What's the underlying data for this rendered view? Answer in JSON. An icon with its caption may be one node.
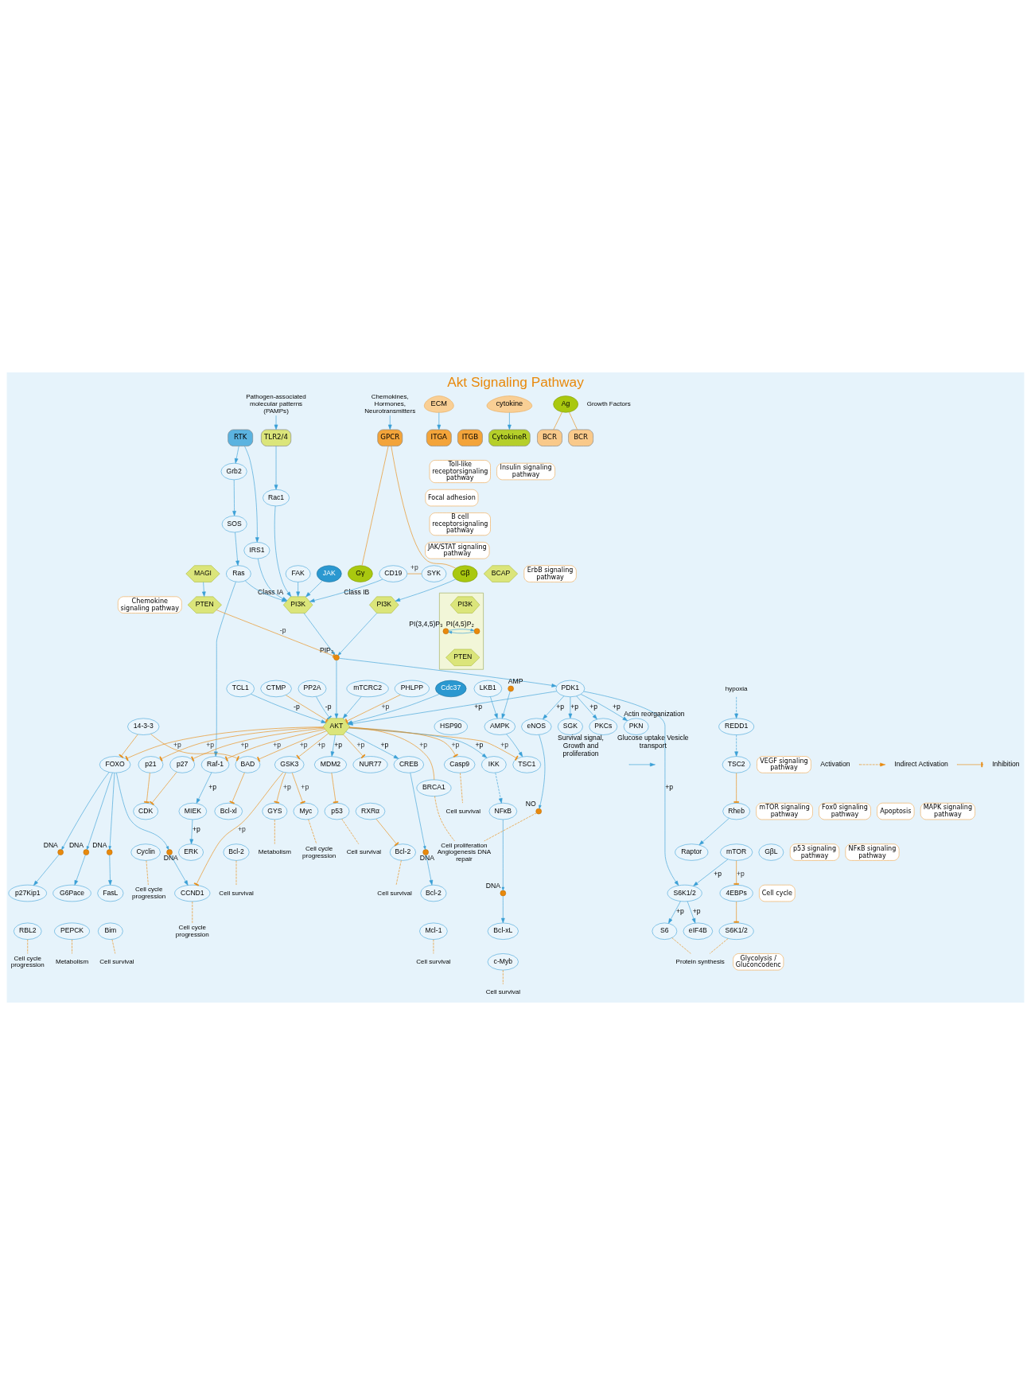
{
  "diagram": {
    "title": "Akt Signaling Pathway",
    "nodes": [
      {
        "text": [
          "Chemokine signaling pathway"
        ]
      },
      {
        "text": [
          "Chemokines, Hormones, Neurotransmitters"
        ]
      },
      {
        "text": [
          "GPCR"
        ]
      },
      {
        "text": [
          "Gβ"
        ]
      },
      {
        "text": [
          "Gγ"
        ]
      },
      {
        "text": [
          "Focal adhesion"
        ]
      },
      {
        "text": [
          "ECM"
        ]
      },
      {
        "text": [
          "ITGA"
        ]
      },
      {
        "text": [
          "ITGB"
        ]
      },
      {
        "text": [
          "FAK"
        ]
      },
      {
        "text": [
          "JAK/STAT signaling pathway"
        ]
      },
      {
        "text": [
          "cytokine"
        ]
      },
      {
        "text": [
          "CytokineR"
        ]
      },
      {
        "text": [
          "JAK"
        ]
      },
      {
        "text": [
          "B cell receptorsignaling pathway"
        ]
      },
      {
        "text": [
          "CD19"
        ]
      },
      {
        "text": [
          "BCAP"
        ]
      },
      {
        "text": [
          "Ag"
        ]
      },
      {
        "text": [
          "BCR"
        ]
      },
      {
        "text": [
          "BCR"
        ]
      },
      {
        "text": [
          "SYK"
        ]
      },
      {
        "text": [
          "Toll-like receptorsignaling pathway"
        ]
      },
      {
        "text": [
          "Pathogen-associated molecular patterns (PAMPs)"
        ]
      },
      {
        "text": [
          "TLR2/4"
        ]
      },
      {
        "text": [
          "Rac1"
        ]
      },
      {
        "text": [
          "Growth Factors"
        ]
      },
      {
        "text": [
          "RTK"
        ]
      },
      {
        "text": [
          "IRS1"
        ]
      },
      {
        "text": [
          "Grb2"
        ]
      },
      {
        "text": [
          "SOS"
        ]
      },
      {
        "text": [
          "Ras"
        ]
      },
      {
        "text": [
          "Insulin signaling pathway"
        ]
      },
      {
        "text": [
          "ErbB signaling pathway"
        ]
      },
      {
        "text": [
          "PI3K"
        ],
        "beside": [
          "Class IA"
        ]
      },
      {
        "text": [],
        "shape": "box"
      },
      {
        "text": [
          "PI3K"
        ],
        "in": 34
      },
      {
        "text": [],
        "shape": "circle",
        "in": 34,
        "beside": [
          "PI(4,5)P₂"
        ]
      },
      {
        "text": [],
        "shape": "circle",
        "in": 34,
        "beside": [
          "PI(3,4,5)P₃"
        ]
      },
      {
        "text": [
          "PTEN"
        ],
        "in": 34
      },
      {
        "text": [
          "PI3K"
        ],
        "beside": [
          "Class IB"
        ]
      },
      {
        "text": [],
        "shape": "circle",
        "beside": [
          "PIP₃"
        ]
      },
      {
        "text": [
          "MAGI"
        ]
      },
      {
        "text": [
          "PTEN"
        ]
      },
      {
        "text": [
          "PDK1"
        ]
      },
      {
        "text": [
          "Cdc37"
        ]
      },
      {
        "text": [
          "HSP90"
        ]
      },
      {
        "text": [
          "mTCRC2"
        ]
      },
      {
        "text": [
          "PHLPP"
        ]
      },
      {
        "text": [
          "TCL1"
        ]
      },
      {
        "text": [
          "AKT"
        ]
      },
      {
        "text": [
          "CTMP"
        ]
      },
      {
        "text": [
          "PP2A"
        ]
      },
      {
        "text": [
          "LKB1"
        ]
      },
      {
        "text": [],
        "shape": "circle",
        "beside": [
          "AMP"
        ]
      },
      {
        "text": [
          "hypoxia"
        ]
      },
      {
        "text": [
          "AMPK"
        ]
      },
      {
        "text": [
          "REDD1"
        ]
      },
      {
        "text": [
          "TSC1"
        ]
      },
      {
        "text": [
          "TSC2"
        ]
      },
      {
        "text": [
          "mTOR signaling pathway"
        ]
      },
      {
        "text": [
          "Rheb"
        ]
      },
      {
        "text": [
          "Raptor"
        ]
      },
      {
        "text": [
          "mTOR"
        ]
      },
      {
        "text": [
          "GβL"
        ]
      },
      {
        "text": [
          "S6K1/2"
        ]
      },
      {
        "text": [
          "4EBPs"
        ]
      },
      {
        "text": [
          "S6"
        ]
      },
      {
        "text": [
          "eIF4B"
        ]
      },
      {
        "text": [
          "S6K1/2"
        ]
      },
      {
        "text": [
          "Protein synthesis"
        ]
      },
      {
        "text": [
          "MDM2"
        ]
      },
      {
        "text": [
          "IKK"
        ]
      },
      {
        "text": [
          "NUR77"
        ]
      },
      {
        "text": [
          "RXRα"
        ]
      },
      {
        "text": [
          "CREB"
        ]
      },
      {
        "text": [
          "Casp9"
        ]
      },
      {
        "text": [
          "14-3-3"
        ]
      },
      {
        "text": [
          "BAD"
        ]
      },
      {
        "text": [
          "FOXO"
        ]
      },
      {
        "text": [
          "p27"
        ]
      },
      {
        "text": [
          "p21"
        ]
      },
      {
        "text": [
          "GSK3"
        ]
      },
      {
        "text": [
          "p53"
        ]
      },
      {
        "text": [
          "NFκB"
        ]
      },
      {
        "text": [
          "Bcl-2"
        ]
      },
      {
        "text": [],
        "shape": "circle",
        "beside": [
          "DNA"
        ]
      },
      {
        "text": [
          "Bcl-xL"
        ]
      },
      {
        "text": [
          "c-Myb"
        ]
      },
      {
        "text": [],
        "shape": "circle",
        "beside": [
          "DNA"
        ]
      },
      {
        "text": [
          "Bcl-2"
        ]
      },
      {
        "text": [
          "Mcl-1"
        ]
      },
      {
        "text": [
          "Bcl-xl"
        ]
      },
      {
        "text": [
          "Bcl-2"
        ]
      },
      {
        "text": [],
        "shape": "circle",
        "beside": [
          "DNA"
        ]
      },
      {
        "text": [
          "FasL"
        ]
      },
      {
        "text": [
          "Bim"
        ]
      },
      {
        "text": [],
        "shape": "circle",
        "beside": [
          "DNA"
        ]
      },
      {
        "text": [
          "p27Kip1"
        ]
      },
      {
        "text": [
          "RBL2"
        ]
      },
      {
        "text": [
          "Fox0 signaling pathway"
        ]
      },
      {
        "text": [
          "CDK"
        ]
      },
      {
        "text": [
          "Cyclin"
        ]
      },
      {
        "text": [],
        "shape": "circle",
        "beside": [
          "DNA"
        ]
      },
      {
        "text": [
          "CCND1"
        ]
      },
      {
        "text": [
          "Myc"
        ]
      },
      {
        "text": [
          "GYS"
        ]
      },
      {
        "text": [],
        "shape": "circle",
        "beside": [
          "DNA"
        ]
      },
      {
        "text": [
          "G6Pace"
        ]
      },
      {
        "text": [
          "PEPCK"
        ]
      },
      {
        "text": [
          "Cell survival"
        ]
      },
      {
        "text": [
          "Cell survival"
        ]
      },
      {
        "text": [
          "Cell survival"
        ]
      },
      {
        "text": [
          "Cell survival"
        ]
      },
      {
        "text": [
          "Cell survival"
        ]
      },
      {
        "text": [
          "Cell survival"
        ]
      },
      {
        "text": [
          "Cell survival"
        ]
      },
      {
        "text": [
          "Cell cycle progression"
        ]
      },
      {
        "text": [
          "Cell cycle progression"
        ]
      },
      {
        "text": [
          "Cell cycle progression"
        ]
      },
      {
        "text": [
          "Cell cycle progression"
        ]
      },
      {
        "text": [
          "Metabolism"
        ]
      },
      {
        "text": [
          "Metabolism"
        ]
      },
      {
        "text": [
          "p53 signaling pathway"
        ]
      },
      {
        "text": [
          "NFκB signaling pathway"
        ]
      },
      {
        "text": [
          "Apoptosis"
        ]
      },
      {
        "text": [
          "Cell cycle"
        ]
      },
      {
        "text": [
          "Glycolysis / Gluconcodenc"
        ]
      },
      {
        "text": [
          "eNOS"
        ]
      },
      {
        "text": [],
        "shape": "circle",
        "beside": [
          "NO"
        ]
      },
      {
        "text": [
          "VEGF signaling pathway"
        ]
      },
      {
        "text": [
          "Raf-1"
        ]
      },
      {
        "text": [
          "MIEK"
        ]
      },
      {
        "text": [
          "ERK"
        ]
      },
      {
        "text": [
          "MAPK signaling pathway"
        ]
      },
      {
        "text": [
          "BRCA1"
        ]
      },
      {
        "text": [
          "Cell proliferation Angiogenesis DNA repair"
        ]
      },
      {
        "text": [
          "SGK"
        ],
        "beside": [
          "Survival signal, Growth and proliferation"
        ]
      },
      {
        "text": [
          "PKN"
        ],
        "beside": [
          "Actin reorganization"
        ]
      },
      {
        "text": [
          "PKCs"
        ],
        "beside": [
          "Glucose uptake Vesicle transport"
        ]
      }
    ],
    "edges": [
      {
        "from": 1,
        "to": 2,
        "arrow": "to"
      },
      {
        "from": 2,
        "to": 3,
        "arrow": "none",
        "color": "#e8890c"
      },
      {
        "from": 2,
        "to": 4,
        "arrow": "none",
        "color": "#e8890c"
      },
      {
        "from": 6,
        "to": 7,
        "arrow": "to"
      },
      {
        "from": 11,
        "to": 12,
        "arrow": "to"
      },
      {
        "from": 17,
        "to": 18,
        "arrow": "none",
        "color": "#e8890c"
      },
      {
        "from": 17,
        "to": 19,
        "arrow": "none",
        "color": "#e8890c"
      },
      {
        "from": 15,
        "to": 20,
        "arrow": "none",
        "color": "#e8890c",
        "label": "+p"
      },
      {
        "from": 15,
        "to": 33,
        "arrow": "to"
      },
      {
        "from": 3,
        "to": 39,
        "arrow": "to"
      },
      {
        "from": 9,
        "to": 33,
        "arrow": "to"
      },
      {
        "from": 13,
        "to": 33,
        "arrow": "to"
      },
      {
        "from": 22,
        "to": 23,
        "arrow": "to"
      },
      {
        "from": 23,
        "to": 24,
        "arrow": "to"
      },
      {
        "from": 24,
        "to": 33,
        "arrow": "to"
      },
      {
        "from": 26,
        "to": 27,
        "arrow": "to"
      },
      {
        "from": 26,
        "to": 28,
        "arrow": "to"
      },
      {
        "from": 28,
        "to": 29,
        "arrow": "to"
      },
      {
        "from": 29,
        "to": 30,
        "arrow": "to"
      },
      {
        "from": 27,
        "to": 33,
        "arrow": "to"
      },
      {
        "from": 30,
        "to": 33,
        "arrow": "to"
      },
      {
        "from": 36,
        "to": 37,
        "arrow": "to"
      },
      {
        "from": 37,
        "to": 36,
        "arrow": "to"
      },
      {
        "from": 39,
        "to": 40,
        "arrow": "to"
      },
      {
        "from": 33,
        "to": 40,
        "arrow": "to"
      },
      {
        "from": 41,
        "to": 42,
        "arrow": "to"
      },
      {
        "from": 42,
        "to": 40,
        "arrow": "other",
        "color": "#e8890c",
        "label": "-p"
      },
      {
        "from": 40,
        "to": 49,
        "arrow": "to"
      },
      {
        "from": 40,
        "to": 43,
        "arrow": "to"
      },
      {
        "from": 43,
        "to": 49,
        "arrow": "to",
        "label": "+p"
      },
      {
        "from": 44,
        "to": 49,
        "arrow": "to"
      },
      {
        "from": 46,
        "to": 49,
        "arrow": "to"
      },
      {
        "from": 47,
        "to": 49,
        "arrow": "other",
        "color": "#e8890c",
        "label": "+p"
      },
      {
        "from": 48,
        "to": 49,
        "arrow": "to",
        "label": "-p"
      },
      {
        "from": 50,
        "to": 49,
        "arrow": "other",
        "color": "#e8890c"
      },
      {
        "from": 51,
        "to": 49,
        "arrow": "other",
        "label": "-p"
      },
      {
        "from": 49,
        "to": 70,
        "arrow": "to",
        "label": "+p"
      },
      {
        "from": 49,
        "to": 71,
        "arrow": "to",
        "label": "+p"
      },
      {
        "from": 49,
        "to": 72,
        "arrow": "other",
        "color": "#e8890c",
        "label": "+p"
      },
      {
        "from": 49,
        "to": 74,
        "arrow": "to",
        "label": "+p"
      },
      {
        "from": 49,
        "to": 75,
        "arrow": "other",
        "color": "#e8890c",
        "label": "+p"
      },
      {
        "from": 49,
        "to": 77,
        "arrow": "other",
        "color": "#e8890c",
        "label": "+p"
      },
      {
        "from": 49,
        "to": 78,
        "arrow": "other",
        "color": "#e8890c",
        "label": "+p"
      },
      {
        "from": 49,
        "to": 79,
        "arrow": "other",
        "color": "#e8890c",
        "label": "+p"
      },
      {
        "from": 49,
        "to": 80,
        "arrow": "other",
        "color": "#e8890c",
        "label": "+p"
      },
      {
        "from": 49,
        "to": 81,
        "arrow": "other",
        "color": "#e8890c",
        "label": "+p"
      },
      {
        "from": 76,
        "to": 77,
        "arrow": "other",
        "color": "#e8890c"
      },
      {
        "from": 76,
        "to": 78,
        "arrow": "other",
        "color": "#e8890c"
      },
      {
        "from": 49,
        "to": 57,
        "arrow": "other",
        "color": "#e8890c",
        "label": "+p"
      },
      {
        "from": 49,
        "to": 130,
        "arrow": "other",
        "color": "#e8890c",
        "label": "+p"
      },
      {
        "from": 49,
        "to": 134,
        "arrow": "none",
        "color": "#e8890c",
        "label": "+p"
      },
      {
        "from": 43,
        "to": 64,
        "arrow": "to",
        "label": "+p"
      },
      {
        "from": 43,
        "to": 127,
        "arrow": "to",
        "label": "+p"
      },
      {
        "from": 43,
        "to": 136,
        "arrow": "to",
        "label": "+p"
      },
      {
        "from": 43,
        "to": 137,
        "arrow": "to",
        "label": "+p"
      },
      {
        "from": 43,
        "to": 138,
        "arrow": "to",
        "label": "+p"
      },
      {
        "from": 30,
        "to": 130,
        "arrow": "to"
      },
      {
        "from": 52,
        "to": 55,
        "arrow": "to"
      },
      {
        "from": 53,
        "to": 55,
        "arrow": "to"
      },
      {
        "from": 54,
        "to": 56,
        "arrow": "to",
        "style": "dashed"
      },
      {
        "from": 55,
        "to": 57,
        "arrow": "to"
      },
      {
        "from": 56,
        "to": 58,
        "arrow": "to",
        "style": "dashed"
      },
      {
        "from": 58,
        "to": 60,
        "arrow": "other",
        "color": "#e8890c"
      },
      {
        "from": 60,
        "to": 61,
        "arrow": "to"
      },
      {
        "from": 62,
        "to": 64,
        "arrow": "to",
        "label": "+p"
      },
      {
        "from": 62,
        "to": 65,
        "arrow": "other",
        "color": "#e8890c",
        "label": "+p"
      },
      {
        "from": 64,
        "to": 66,
        "arrow": "to",
        "label": "+p"
      },
      {
        "from": 64,
        "to": 67,
        "arrow": "to",
        "label": "+p"
      },
      {
        "from": 65,
        "to": 68,
        "arrow": "other",
        "color": "#e8890c"
      },
      {
        "from": 66,
        "to": 69,
        "arrow": "none",
        "style": "dashed",
        "color": "#e8890c"
      },
      {
        "from": 68,
        "to": 69,
        "arrow": "none",
        "style": "dashed",
        "color": "#e8890c"
      },
      {
        "from": 70,
        "to": 82,
        "arrow": "other",
        "color": "#e8890c"
      },
      {
        "from": 71,
        "to": 83,
        "arrow": "to",
        "style": "dashed"
      },
      {
        "from": 83,
        "to": 85,
        "arrow": "to"
      },
      {
        "from": 85,
        "to": 86,
        "arrow": "to"
      },
      {
        "from": 73,
        "to": 84,
        "arrow": "other",
        "color": "#e8890c"
      },
      {
        "from": 74,
        "to": 88,
        "arrow": "to"
      },
      {
        "from": 88,
        "to": 89,
        "arrow": "to"
      },
      {
        "from": 77,
        "to": 91,
        "arrow": "other",
        "color": "#e8890c"
      },
      {
        "from": 78,
        "to": 93,
        "arrow": "to"
      },
      {
        "from": 93,
        "to": 94,
        "arrow": "to"
      },
      {
        "from": 78,
        "to": 96,
        "arrow": "to"
      },
      {
        "from": 96,
        "to": 97,
        "arrow": "to"
      },
      {
        "from": 79,
        "to": 100,
        "arrow": "other",
        "color": "#e8890c"
      },
      {
        "from": 80,
        "to": 100,
        "arrow": "other",
        "color": "#e8890c"
      },
      {
        "from": 78,
        "to": 102,
        "arrow": "to"
      },
      {
        "from": 102,
        "to": 103,
        "arrow": "to"
      },
      {
        "from": 81,
        "to": 103,
        "arrow": "other",
        "color": "#e8890c",
        "label": "+p"
      },
      {
        "from": 81,
        "to": 104,
        "arrow": "other",
        "color": "#e8890c",
        "label": "+p"
      },
      {
        "from": 81,
        "to": 105,
        "arrow": "other",
        "color": "#e8890c",
        "label": "+p"
      },
      {
        "from": 78,
        "to": 106,
        "arrow": "to"
      },
      {
        "from": 106,
        "to": 107,
        "arrow": "to"
      },
      {
        "from": 82,
        "to": 109,
        "arrow": "none",
        "style": "dashed",
        "color": "#e8890c"
      },
      {
        "from": 87,
        "to": 110,
        "arrow": "none",
        "style": "dashed",
        "color": "#e8890c"
      },
      {
        "from": 84,
        "to": 111,
        "arrow": "none",
        "style": "dashed",
        "color": "#e8890c"
      },
      {
        "from": 90,
        "to": 112,
        "arrow": "none",
        "style": "dashed",
        "color": "#e8890c"
      },
      {
        "from": 75,
        "to": 113,
        "arrow": "none",
        "style": "dashed",
        "color": "#e8890c"
      },
      {
        "from": 92,
        "to": 114,
        "arrow": "none",
        "style": "dashed",
        "color": "#e8890c"
      },
      {
        "from": 95,
        "to": 115,
        "arrow": "none",
        "style": "dashed",
        "color": "#e8890c"
      },
      {
        "from": 98,
        "to": 116,
        "arrow": "none",
        "style": "dashed",
        "color": "#e8890c"
      },
      {
        "from": 101,
        "to": 117,
        "arrow": "none",
        "style": "dashed",
        "color": "#e8890c"
      },
      {
        "from": 103,
        "to": 118,
        "arrow": "none",
        "style": "dashed",
        "color": "#e8890c"
      },
      {
        "from": 104,
        "to": 119,
        "arrow": "none",
        "style": "dashed",
        "color": "#e8890c"
      },
      {
        "from": 105,
        "to": 120,
        "arrow": "none",
        "style": "dashed",
        "color": "#e8890c"
      },
      {
        "from": 108,
        "to": 121,
        "arrow": "none",
        "style": "dashed",
        "color": "#e8890c"
      },
      {
        "from": 127,
        "to": 128,
        "arrow": "to"
      },
      {
        "from": 128,
        "to": 135,
        "arrow": "none",
        "style": "dashed",
        "color": "#e8890c"
      },
      {
        "from": 134,
        "to": 135,
        "arrow": "none",
        "style": "dashed",
        "color": "#e8890c"
      },
      {
        "from": 130,
        "to": 131,
        "arrow": "to",
        "label": "+p"
      },
      {
        "from": 131,
        "to": 132,
        "arrow": "to",
        "label": "+p"
      }
    ],
    "legend": [
      {
        "text": "Activation"
      },
      {
        "text": "Indirect Activation"
      },
      {
        "text": "Inhibition"
      }
    ]
  }
}
